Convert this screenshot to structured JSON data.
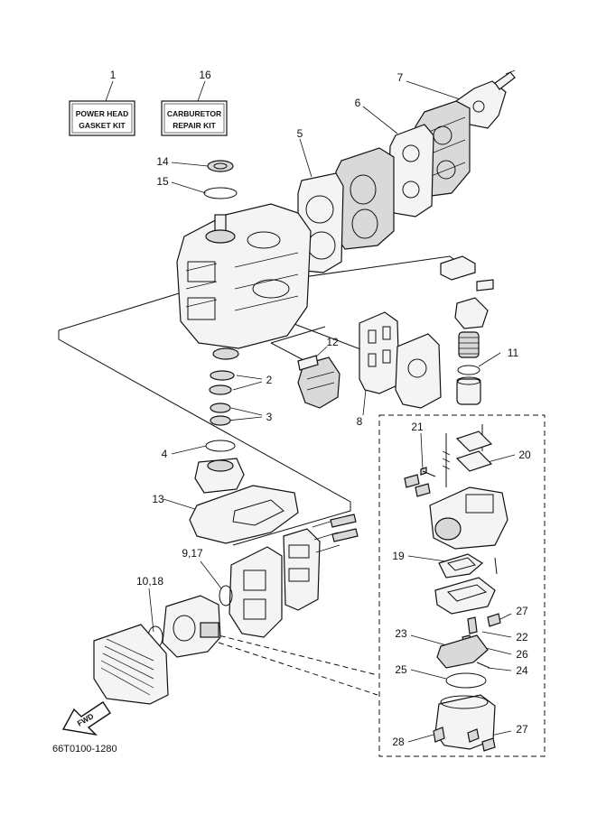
{
  "kits": {
    "power_head": {
      "line1": "POWER HEAD",
      "line2": "GASKET KIT"
    },
    "carburetor": {
      "line1": "CARBURETOR",
      "line2": "REPAIR KIT"
    }
  },
  "callouts": {
    "c1": "1",
    "c16": "16",
    "c7": "7",
    "c6": "6",
    "c5": "5",
    "c14": "14",
    "c15": "15",
    "c12": "12",
    "c11": "11",
    "c2": "2",
    "c3": "3",
    "c8": "8",
    "c4": "4",
    "c13": "13",
    "c9_17": "9,17",
    "c10_18": "10,18",
    "c21": "21",
    "c20": "20",
    "c19": "19",
    "c27a": "27",
    "c22": "22",
    "c23": "23",
    "c26": "26",
    "c25": "25",
    "c24": "24",
    "c27b": "27",
    "c28": "28"
  },
  "fwd": "FWD",
  "diagram_code": "66T0100-1280"
}
